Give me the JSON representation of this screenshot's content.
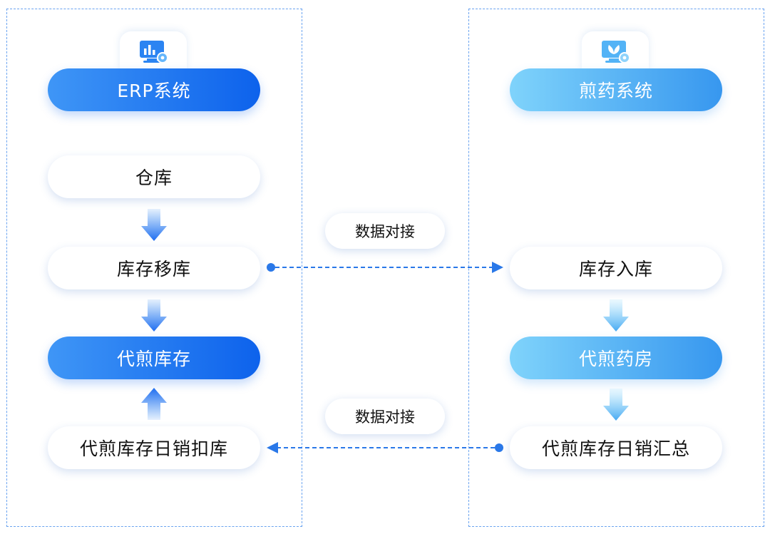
{
  "erp_system": {
    "title": "ERP系统",
    "steps": {
      "warehouse": "仓库",
      "stock_transfer": "库存移库",
      "decoction_inventory": "代煎库存",
      "daily_sales_deduction": "代煎库存日销扣库"
    }
  },
  "decoction_system": {
    "title": "煎药系统",
    "steps": {
      "stock_in": "库存入库",
      "decoction_pharmacy": "代煎药房",
      "daily_sales_summary": "代煎库存日销汇总"
    }
  },
  "connections": {
    "top_label": "数据对接",
    "bottom_label": "数据对接"
  },
  "icons": {
    "erp": "monitor-chart-gear-icon",
    "decoction": "monitor-leaf-gear-icon"
  },
  "colors": {
    "primary_blue": "#1568ec",
    "light_blue": "#7fd3fb",
    "dashed_border": "#6aa3f0",
    "connector": "#2a78e8"
  }
}
